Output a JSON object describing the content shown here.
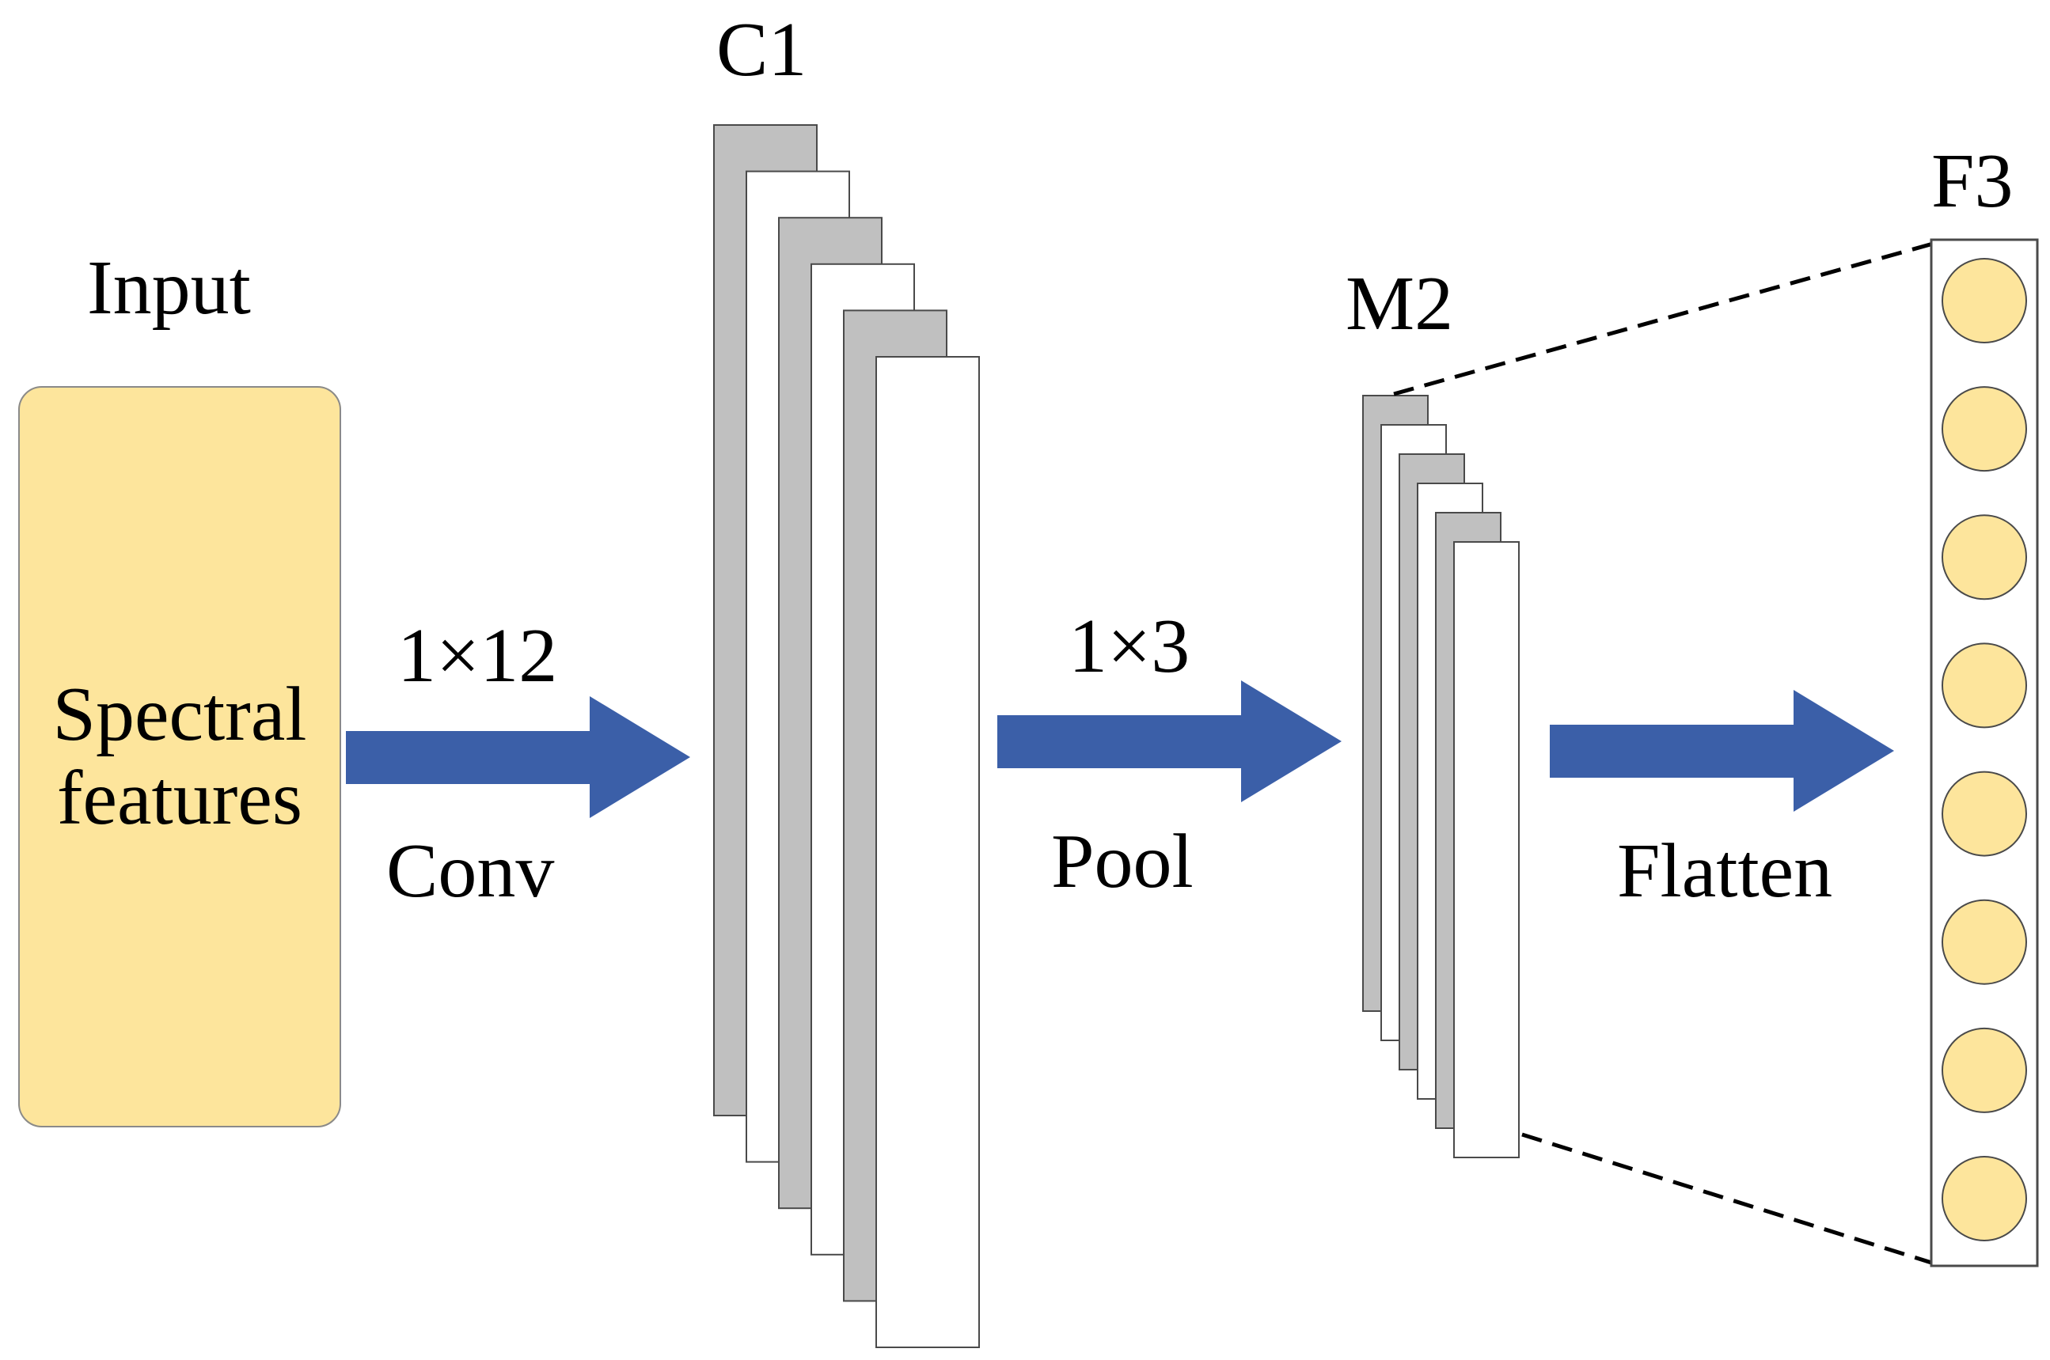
{
  "labels": {
    "input": "Input",
    "input_block_line1": "Spectral",
    "input_block_line2": "features",
    "c1": "C1",
    "m2": "M2",
    "f3": "F3",
    "conv_kernel": "1×12",
    "conv_op": "Conv",
    "pool_kernel": "1×3",
    "pool_op": "Pool",
    "flatten_op": "Flatten"
  },
  "structure": {
    "c1_feature_maps": 6,
    "m2_feature_maps": 6,
    "f3_nodes": 8
  },
  "colors": {
    "input_fill": "#fde59c",
    "map_gray": "#c0c0c0",
    "map_white": "#ffffff",
    "node_fill": "#fde59c",
    "arrow": "#3b5fa8",
    "outline": "#4a4a4a"
  }
}
